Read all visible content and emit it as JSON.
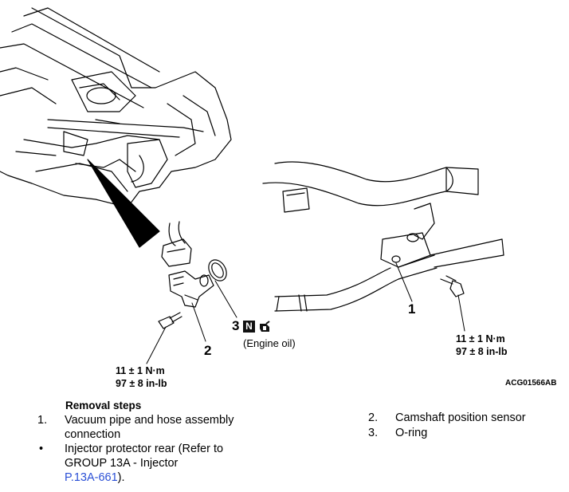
{
  "callouts": {
    "one": "1",
    "two": "2",
    "three": "3",
    "n_mark": "N"
  },
  "engine_oil_note": "(Engine oil)",
  "torque_right": {
    "line1": "11 ± 1 N·m",
    "line2": "97 ± 8 in-lb"
  },
  "torque_left": {
    "line1": "11 ± 1 N·m",
    "line2": "97 ± 8 in-lb"
  },
  "figure_code": "ACG01566AB",
  "removal": {
    "title": "Removal steps",
    "steps_left": [
      {
        "marker": "1.",
        "lines": [
          "Vacuum pipe and hose assembly",
          "connection"
        ]
      },
      {
        "marker": "•",
        "lines": [
          "Injector protector rear (Refer to",
          "GROUP 13A - Injector"
        ],
        "link": "P.13A-661",
        "after_link": ")."
      }
    ],
    "steps_right": [
      {
        "marker": "2.",
        "text": "Camshaft position sensor"
      },
      {
        "marker": "3.",
        "text": "O-ring"
      }
    ]
  }
}
